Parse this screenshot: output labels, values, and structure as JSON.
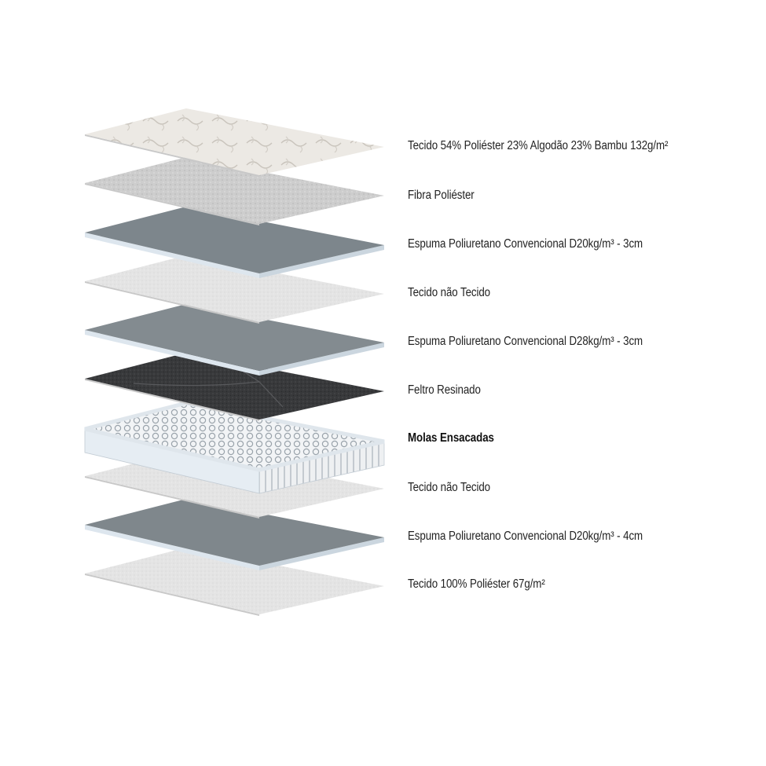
{
  "layers": [
    {
      "label": "Tecido 54% Poliéster 23% Algodão 23% Bambu 132g/m²",
      "bold": false,
      "kind": "quilt",
      "fill": "#ece9e4"
    },
    {
      "label": "Fibra Poliéster",
      "bold": false,
      "kind": "fiber",
      "fill": "#cfcfcf"
    },
    {
      "label": "Espuma Poliuretano Convencional D20kg/m³ - 3cm",
      "bold": false,
      "kind": "foam",
      "fill": "#7d868c"
    },
    {
      "label": "Tecido não Tecido",
      "bold": false,
      "kind": "fabric",
      "fill": "#e4e4e4"
    },
    {
      "label": "Espuma Poliuretano Convencional D28kg/m³ - 3cm",
      "bold": false,
      "kind": "foam",
      "fill": "#838b90"
    },
    {
      "label": "Feltro Resinado",
      "bold": false,
      "kind": "felt",
      "fill": "#38393b"
    },
    {
      "label": "Molas Ensacadas",
      "bold": true,
      "kind": "springs",
      "fill": "#f2f4f6"
    },
    {
      "label": "Tecido não Tecido",
      "bold": false,
      "kind": "fabric",
      "fill": "#e2e2e2"
    },
    {
      "label": "Espuma Poliuretano Convencional D20kg/m³ - 4cm",
      "bold": false,
      "kind": "foam",
      "fill": "#7f878c"
    },
    {
      "label": "Tecido 100% Poliéster 67g/m²",
      "bold": false,
      "kind": "fabric",
      "fill": "#e0e0e0"
    }
  ]
}
